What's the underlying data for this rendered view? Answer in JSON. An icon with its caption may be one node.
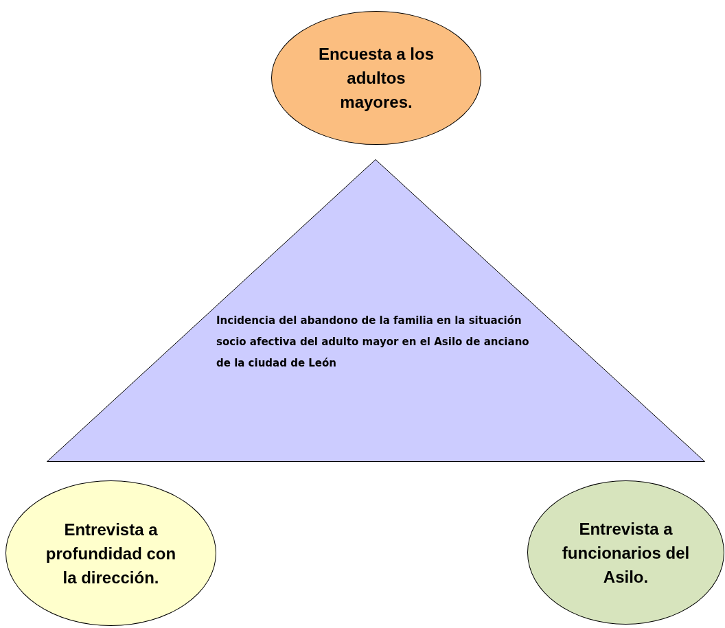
{
  "diagram": {
    "nodes": [
      {
        "text": [
          "Encuesta a los adultos mayores."
        ]
      },
      {
        "text": [
          "Incidencia del abandono de la familia en la situación socio afectiva del adulto mayor en el Asilo de anciano de la ciudad de León"
        ]
      },
      {
        "text": [
          "Entrevista a profundidad con la dirección."
        ]
      },
      {
        "text": [
          "Entrevista a funcionarios del Asilo."
        ]
      }
    ]
  }
}
